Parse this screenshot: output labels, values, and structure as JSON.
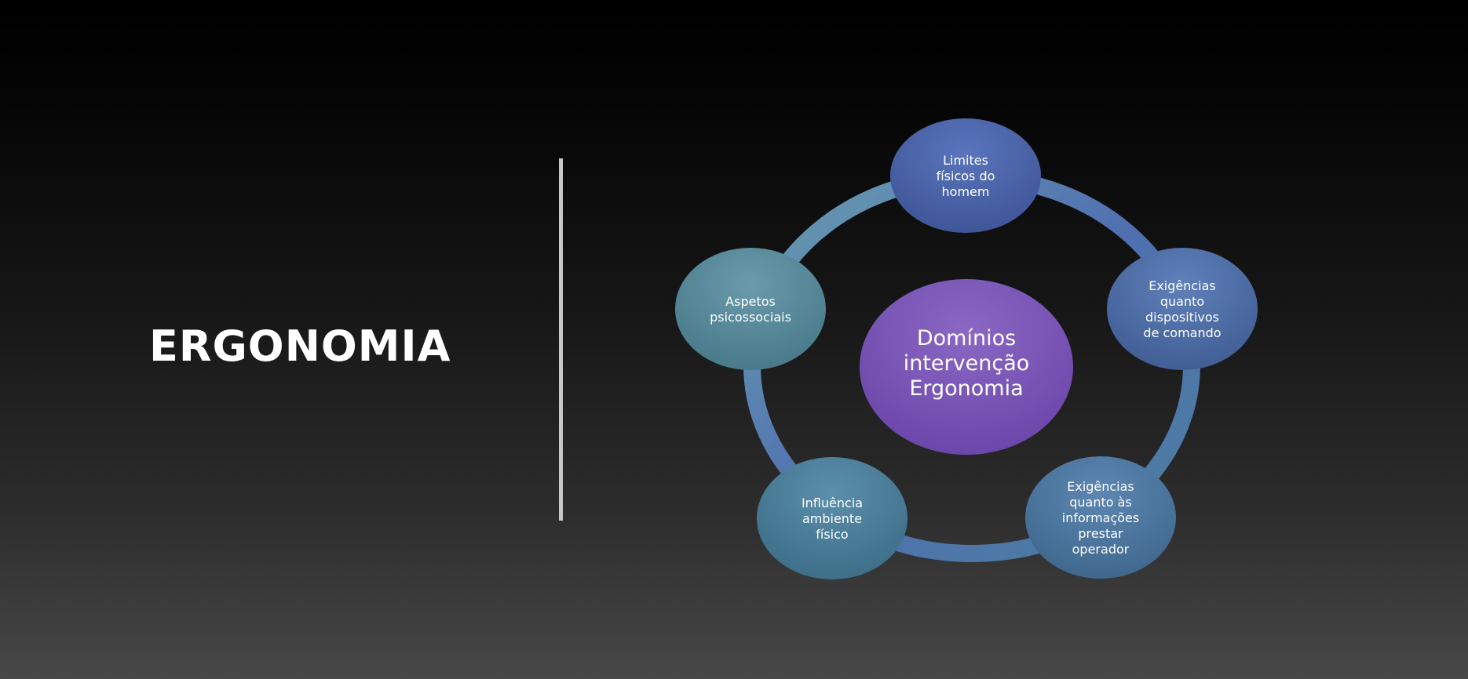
{
  "slide": {
    "title": "ERGONOMIA"
  },
  "diagram": {
    "center": {
      "lines": [
        "Domínios",
        "intervenção",
        "Ergonomia"
      ],
      "color": "#7a52b3"
    },
    "nodes": [
      {
        "lines": [
          "Limites",
          "físicos do",
          "homem"
        ],
        "color": "#4a63a8"
      },
      {
        "lines": [
          "Exigências",
          "quanto",
          "dispositivos",
          "de comando"
        ],
        "color": "#4f6fa6"
      },
      {
        "lines": [
          "Exigências",
          "quanto  às",
          "informações",
          "prestar",
          "operador"
        ],
        "color": "#4d77a0"
      },
      {
        "lines": [
          "Influência",
          "ambiente",
          "físico"
        ],
        "color": "#4b7f9a"
      },
      {
        "lines": [
          "Aspetos",
          "psicossociais"
        ],
        "color": "#568a9c"
      }
    ]
  },
  "colors": {
    "background_top": "#000000",
    "background_bottom": "#484848",
    "divider": "#c8c8c8",
    "ring": "#5a86a8"
  }
}
